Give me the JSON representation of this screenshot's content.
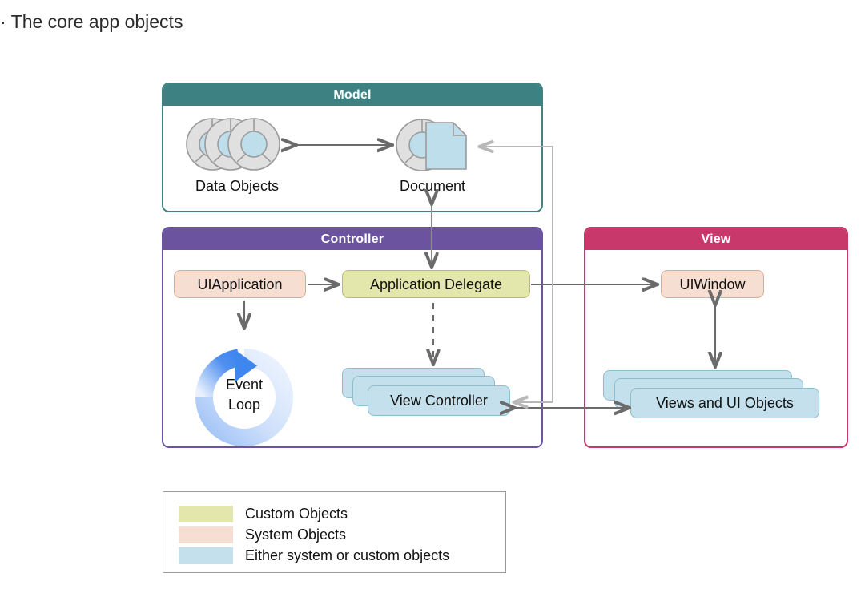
{
  "caption": {
    "prefix": "·",
    "text": "The core app objects"
  },
  "groups": {
    "model": {
      "title": "Model"
    },
    "controller": {
      "title": "Controller"
    },
    "view": {
      "title": "View"
    }
  },
  "model_items": {
    "data_objects": {
      "label": "Data Objects",
      "icon": "data-objects-icon"
    },
    "document": {
      "label": "Document",
      "icon": "document-icon"
    }
  },
  "controller_items": {
    "uiapplication": {
      "label": "UIApplication",
      "kind": "system"
    },
    "app_delegate": {
      "label": "Application Delegate",
      "kind": "custom"
    },
    "event_loop": {
      "label": "Event\nLoop",
      "line1": "Event",
      "line2": "Loop",
      "icon": "event-loop-icon"
    },
    "view_controller": {
      "label": "View Controller",
      "kind": "either"
    }
  },
  "view_items": {
    "uiwindow": {
      "label": "UIWindow",
      "kind": "system"
    },
    "views": {
      "label": "Views and UI Objects",
      "kind": "either"
    }
  },
  "legend": {
    "rows": [
      {
        "label": "Custom Objects",
        "color": "#e4e7ab"
      },
      {
        "label": "System Objects",
        "color": "#f7ded3"
      },
      {
        "label": "Either system or custom objects",
        "color": "#c3e0ec"
      }
    ]
  },
  "colors": {
    "model_header": "#3d8182",
    "controller_header": "#6b53a0",
    "view_header": "#c9386a",
    "custom": "#e4e7ab",
    "system": "#f7ded3",
    "either": "#c3e0ec",
    "arrow_dark": "#6b6b6b",
    "arrow_light": "#b8b8b8",
    "event_loop_blue": "#4f8ff0"
  },
  "connections": [
    {
      "name": "data-objects-to-document",
      "style": "double-arrow"
    },
    {
      "name": "document-to-app-delegate",
      "style": "double-arrow"
    },
    {
      "name": "uiapplication-to-app-delegate",
      "style": "arrow"
    },
    {
      "name": "uiapplication-to-event-loop",
      "style": "arrow"
    },
    {
      "name": "app-delegate-to-view-controller",
      "style": "dashed-arrow"
    },
    {
      "name": "app-delegate-to-uiwindow",
      "style": "arrow"
    },
    {
      "name": "uiwindow-to-views",
      "style": "double-arrow"
    },
    {
      "name": "views-to-view-controller",
      "style": "double-arrow"
    },
    {
      "name": "views-to-document",
      "style": "routed-arrow"
    }
  ]
}
